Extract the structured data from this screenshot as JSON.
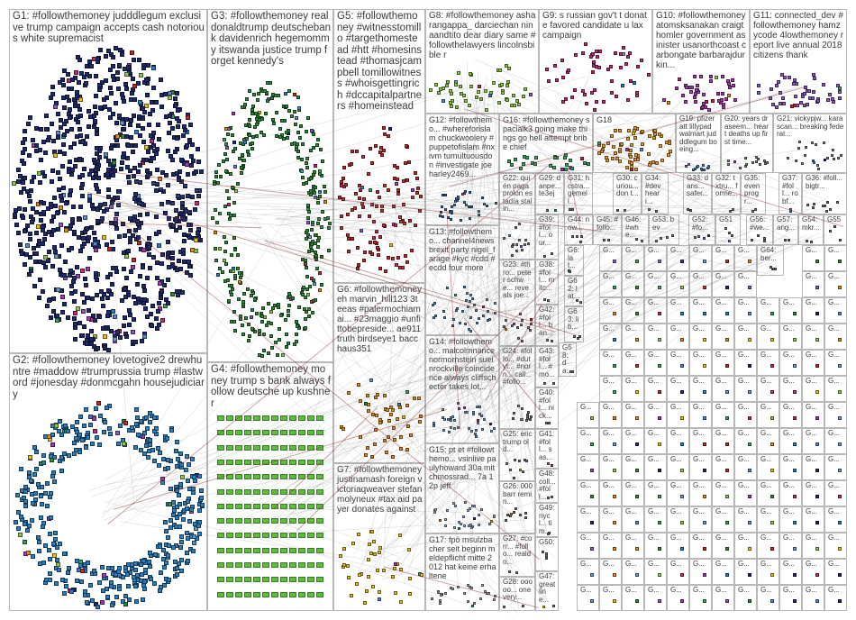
{
  "groups": [
    {
      "id": "G1",
      "label": "G1: #followthemoney judddlegum exclusive trump campaign accepts cash notorious white supremacist",
      "color": "#1e2a6e",
      "shape": "ellipse"
    },
    {
      "id": "G2",
      "label": "G2: #followthemoney lovetogive2 drewhuntre #maddow #trumprussia trump #lastword #jonesday #donmcgahn housejudiciary",
      "color": "#2a7fc0",
      "shape": "ring"
    },
    {
      "id": "G3",
      "label": "G3: #followthemoney realdonaldtrump deutschebank davidenrich hegemommy itswanda justice trump forget kennedy's",
      "color": "#2e8a3a",
      "shape": "ring"
    },
    {
      "id": "G4",
      "label": "G4: #followthemoney money trump s bank always follow deutsche up kushner",
      "color": "#5cbf3a",
      "shape": "grid"
    },
    {
      "id": "G5",
      "label": "G5: #followthemoney #witnesstomillo #targethomestead #htt #homesinstead #thomasjcampbell tomillowitness #whoisgettingrich #dccapitalpartners #homeinstead",
      "color": "#c0282a",
      "shape": "cluster"
    },
    {
      "id": "G6",
      "label": "G6: #followthemoney eh marvin_hill123 3teeas #palermochiamai... #23maggio #unfittobepreside... ae911truth birdseye1 bacchaus351",
      "color": "#e08a1a",
      "shape": "scatter"
    },
    {
      "id": "G7",
      "label": "G7: #followthemoney justinamash foreign victoriaqweaver stefanmolyneux #tax aid payer donates against",
      "color": "#e8c21a",
      "shape": "scatter"
    },
    {
      "id": "G8",
      "label": "G8: #followthemoney asharangappa_ darciechan ninaandtito dear diary same #followthelawyers lincolnsbible r",
      "color": "#8fc84a",
      "shape": "cluster"
    },
    {
      "id": "G9",
      "label": "G9: s russian gov't t donate favored candidate u lax campaign",
      "color": "#c02a78",
      "shape": "cluster"
    },
    {
      "id": "G10",
      "label": "G10: #followthemoney atomsksanakan craigthomler government asinister usanorthcoast carbongate barbarajdurkin...",
      "color": "#a33ab0",
      "shape": "cluster"
    },
    {
      "id": "G11",
      "label": "G11: connected_dev #followthemoney hamzycode 4lowthemoney report live annual 2018 citizens thank",
      "color": "#8a5ac0",
      "shape": "cluster"
    },
    {
      "id": "G12",
      "label": "G12: #followthemo... #whereforislam chuckwoolery #puppetofislam #nxivm tumultuousdon #investigate joeharley2469...",
      "color": "#2a6aa8",
      "shape": "cluster"
    },
    {
      "id": "G13",
      "label": "G13: #followthemo... channel4news brexit party nigel_farage #kyc #cdd #ecdd four more",
      "color": "#4a8ab8",
      "shape": "cluster"
    },
    {
      "id": "G14",
      "label": "G14: #followthemo... malcolmnance normornstein sueinrockville coincidence always cliffschecter takes lot...",
      "color": "#6a9ac8",
      "shape": "cluster"
    },
    {
      "id": "G15",
      "label": "G15: pt et #followthemo... vsinlive paulyhoward 30a mitchmossrad... 7a 12p jeff",
      "color": "#9ab8d8",
      "shape": "cluster"
    },
    {
      "id": "G16",
      "label": "G16: #followthemoney spacialk3 going make things go hell attempt bribe chief",
      "color": "#3aa05a",
      "shape": "cluster"
    },
    {
      "id": "G17",
      "label": "G17: fpö msulzbacher seit beginn meldepflicht mitte 2012 hat keine erhaltene",
      "color": "#b0b0b0",
      "shape": "cluster"
    },
    {
      "id": "G18",
      "label": "G18",
      "color": "#e89a2a",
      "shape": "ellipse"
    },
    {
      "id": "G19",
      "label": "G19: pfizer att lillypad walmart judddlegum boeing...",
      "color": "#5a8ad0",
      "shape": "cluster"
    },
    {
      "id": "G20",
      "label": "G20: years draseem... heart deaths up first time...",
      "color": "#8a8a8a",
      "shape": "cluster"
    },
    {
      "id": "G21",
      "label": "G21: vickypjw... karascan... breaking federal...",
      "color": "#8a8a8a",
      "shape": "cluster"
    },
    {
      "id": "G22",
      "label": "G22: quién paga prolon estadía stalin...",
      "color": "#7a7a7a",
      "shape": "cluster"
    },
    {
      "id": "G23",
      "label": "G23: #thro... peter schwe... reveals joe...",
      "color": "#7a7a7a",
      "shape": "cluster"
    },
    {
      "id": "G24",
      "label": "G24: #follo... #dutyt... #norn... call... #follo...",
      "color": "#7a7a7a",
      "shape": "cluster"
    },
    {
      "id": "G25",
      "label": "G25: eric trump old...",
      "color": "#7a7a7a",
      "shape": "cluster"
    },
    {
      "id": "G26",
      "label": "G26: 000 barr remin...",
      "color": "#7a7a7a",
      "shape": "cluster"
    },
    {
      "id": "G27",
      "label": "G27: #corr... #follo... realdo...",
      "color": "#7a7a7a",
      "shape": "cluster"
    },
    {
      "id": "G28",
      "label": "G28: ooooo... one very...",
      "color": "#7a7a7a",
      "shape": "cluster"
    },
    {
      "id": "G29",
      "label": "G29: danpe... te3ej",
      "color": "#7a7a7a",
      "shape": "cluster"
    },
    {
      "id": "G30",
      "label": "G30: curiou... don t...",
      "color": "#7a7a7a",
      "shape": "cluster"
    },
    {
      "id": "G31",
      "label": "G31: hcstra... gemell...",
      "color": "#7a7a7a",
      "shape": "cluster"
    },
    {
      "id": "G32",
      "label": "G32: txtru... forme...",
      "color": "#7a7a7a",
      "shape": "cluster"
    },
    {
      "id": "G33",
      "label": "G33: dans... safer...",
      "color": "#7a7a7a",
      "shape": "cluster"
    },
    {
      "id": "G34",
      "label": "G34: #dev heari...",
      "color": "#7a7a7a",
      "shape": "cluster"
    },
    {
      "id": "G35",
      "label": "G35: even progr...",
      "color": "#7a7a7a",
      "shape": "cluster"
    },
    {
      "id": "G36",
      "label": "G36: #foll... bigtr...",
      "color": "#7a7a7a",
      "shape": "cluster"
    },
    {
      "id": "G37",
      "label": "G37: #foll... robf...",
      "color": "#7a7a7a",
      "shape": "cluster"
    },
    {
      "id": "G38",
      "label": "G38: #foll... mitc...",
      "color": "#7a7a7a",
      "shape": "cluster"
    },
    {
      "id": "G39",
      "label": "G39: #foll... our...",
      "color": "#7a7a7a",
      "shape": "cluster"
    },
    {
      "id": "G40",
      "label": "G40: #foll... nick...",
      "color": "#7a7a7a",
      "shape": "cluster"
    },
    {
      "id": "G41",
      "label": "G41: #foll... sas...",
      "color": "#7a7a7a",
      "shape": "cluster"
    },
    {
      "id": "G42",
      "label": "G42: #foll... ban...",
      "color": "#7a7a7a",
      "shape": "cluster"
    },
    {
      "id": "G43",
      "label": "G43: #foll... #mo...",
      "color": "#7a7a7a",
      "shape": "cluster"
    },
    {
      "id": "G44",
      "label": "G44: now...",
      "color": "#7a7a7a",
      "shape": "cluster"
    },
    {
      "id": "G45",
      "label": "G45: #follo...",
      "color": "#7a7a7a",
      "shape": "cluster"
    },
    {
      "id": "G46",
      "label": "G46: #whe...",
      "color": "#7a7a7a",
      "shape": "cluster"
    },
    {
      "id": "G47",
      "label": "G47: great line...",
      "color": "#7a7a7a",
      "shape": "cluster"
    },
    {
      "id": "G48",
      "label": "G48: coll... #foll...",
      "color": "#7a7a7a",
      "shape": "cluster"
    },
    {
      "id": "G49",
      "label": "G49: nycl... tim...",
      "color": "#7a7a7a",
      "shape": "cluster"
    },
    {
      "id": "G50",
      "label": "G50:",
      "color": "#7a7a7a",
      "shape": "cluster"
    },
    {
      "id": "G51",
      "label": "G51",
      "color": "#7a7a7a",
      "shape": "cluster"
    },
    {
      "id": "G52",
      "label": "G52: #fo...",
      "color": "#7a7a7a",
      "shape": "cluster"
    },
    {
      "id": "G53",
      "label": "G53: bev",
      "color": "#7a7a7a",
      "shape": "cluster"
    },
    {
      "id": "G54",
      "label": "G54: mkr...",
      "color": "#7a7a7a",
      "shape": "cluster"
    },
    {
      "id": "G55",
      "label": "G55",
      "color": "#7a7a7a",
      "shape": "cluster"
    },
    {
      "id": "G56",
      "label": "G56: #we...",
      "color": "#7a7a7a",
      "shape": "cluster"
    },
    {
      "id": "G57",
      "label": "G57: ang...",
      "color": "#7a7a7a",
      "shape": "cluster"
    },
    {
      "id": "G58",
      "label": "G58: da...",
      "color": "#7a7a7a",
      "shape": "cluster"
    },
    {
      "id": "G61",
      "label": "G6: lat...",
      "color": "#7a7a7a",
      "shape": "cluster"
    },
    {
      "id": "G62",
      "label": "G62: lat...",
      "color": "#7a7a7a",
      "shape": "cluster"
    },
    {
      "id": "G63",
      "label": "G63: lib...",
      "color": "#7a7a7a",
      "shape": "cluster"
    },
    {
      "id": "G64",
      "label": "G64: ber...",
      "color": "#7a7a7a",
      "shape": "cluster"
    }
  ],
  "small_grid_label": "G...",
  "edge_color": "#8a8a8a",
  "highlight_edge_color": "#8a2020"
}
